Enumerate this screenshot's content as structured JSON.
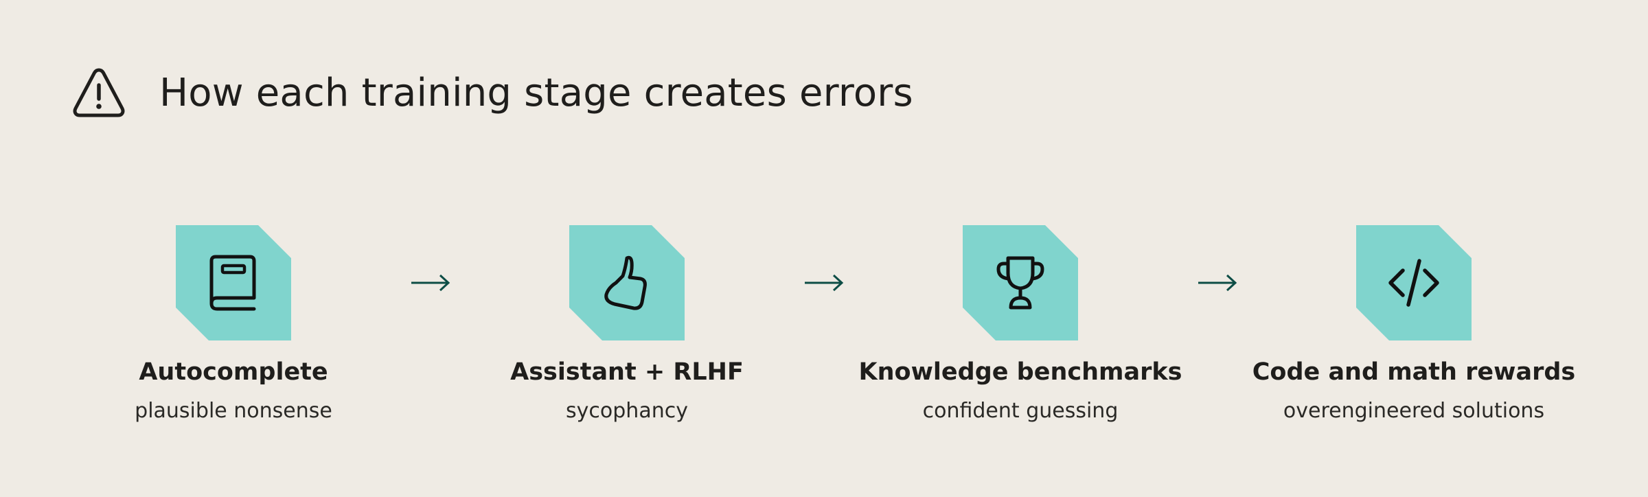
{
  "header": {
    "title": "How each training stage creates errors",
    "icon": "warning-triangle-icon"
  },
  "colors": {
    "background": "#efebe4",
    "tile": "#80d4cd",
    "arrow": "#0d4d45",
    "text": "#1f1e1c"
  },
  "stages": [
    {
      "label": "Autocomplete",
      "sublabel": "plausible nonsense",
      "icon": "book-icon"
    },
    {
      "label": "Assistant + RLHF",
      "sublabel": "sycophancy",
      "icon": "thumbs-up-icon"
    },
    {
      "label": "Knowledge benchmarks",
      "sublabel": "confident guessing",
      "icon": "trophy-icon"
    },
    {
      "label": "Code and math rewards",
      "sublabel": "overengineered solutions",
      "icon": "code-icon"
    }
  ]
}
